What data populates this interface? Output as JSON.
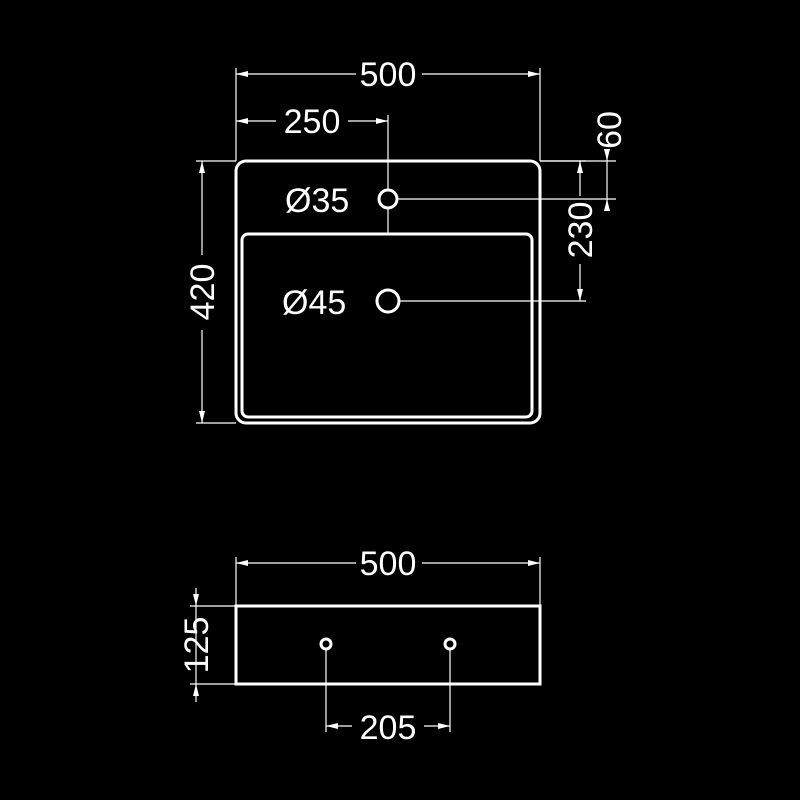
{
  "top_view": {
    "width": "500",
    "tap_offset": "250",
    "tap_hole": "Ø35",
    "drain_hole": "Ø45",
    "depth": "420",
    "tap_edge_distance": "60",
    "drain_distance": "230"
  },
  "front_view": {
    "width": "500",
    "height": "125",
    "mount_spacing": "205"
  },
  "colors": {
    "background": "#000000",
    "line": "#ffffff"
  }
}
